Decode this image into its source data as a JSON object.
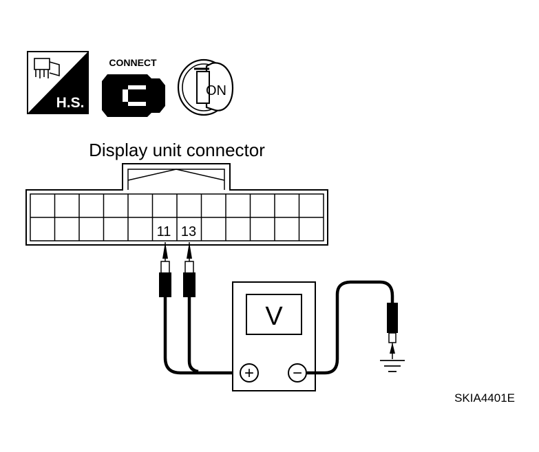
{
  "icons": {
    "harness_icon_label": "H.S.",
    "connect_icon_label": "CONNECT",
    "ignition_icon_label": "ON"
  },
  "connector": {
    "title": "Display unit connector",
    "pin_a": "11",
    "pin_b": "13"
  },
  "meter": {
    "display_label": "V",
    "positive_terminal": "+",
    "negative_terminal": "−"
  },
  "figure_code": "SKIA4401E"
}
